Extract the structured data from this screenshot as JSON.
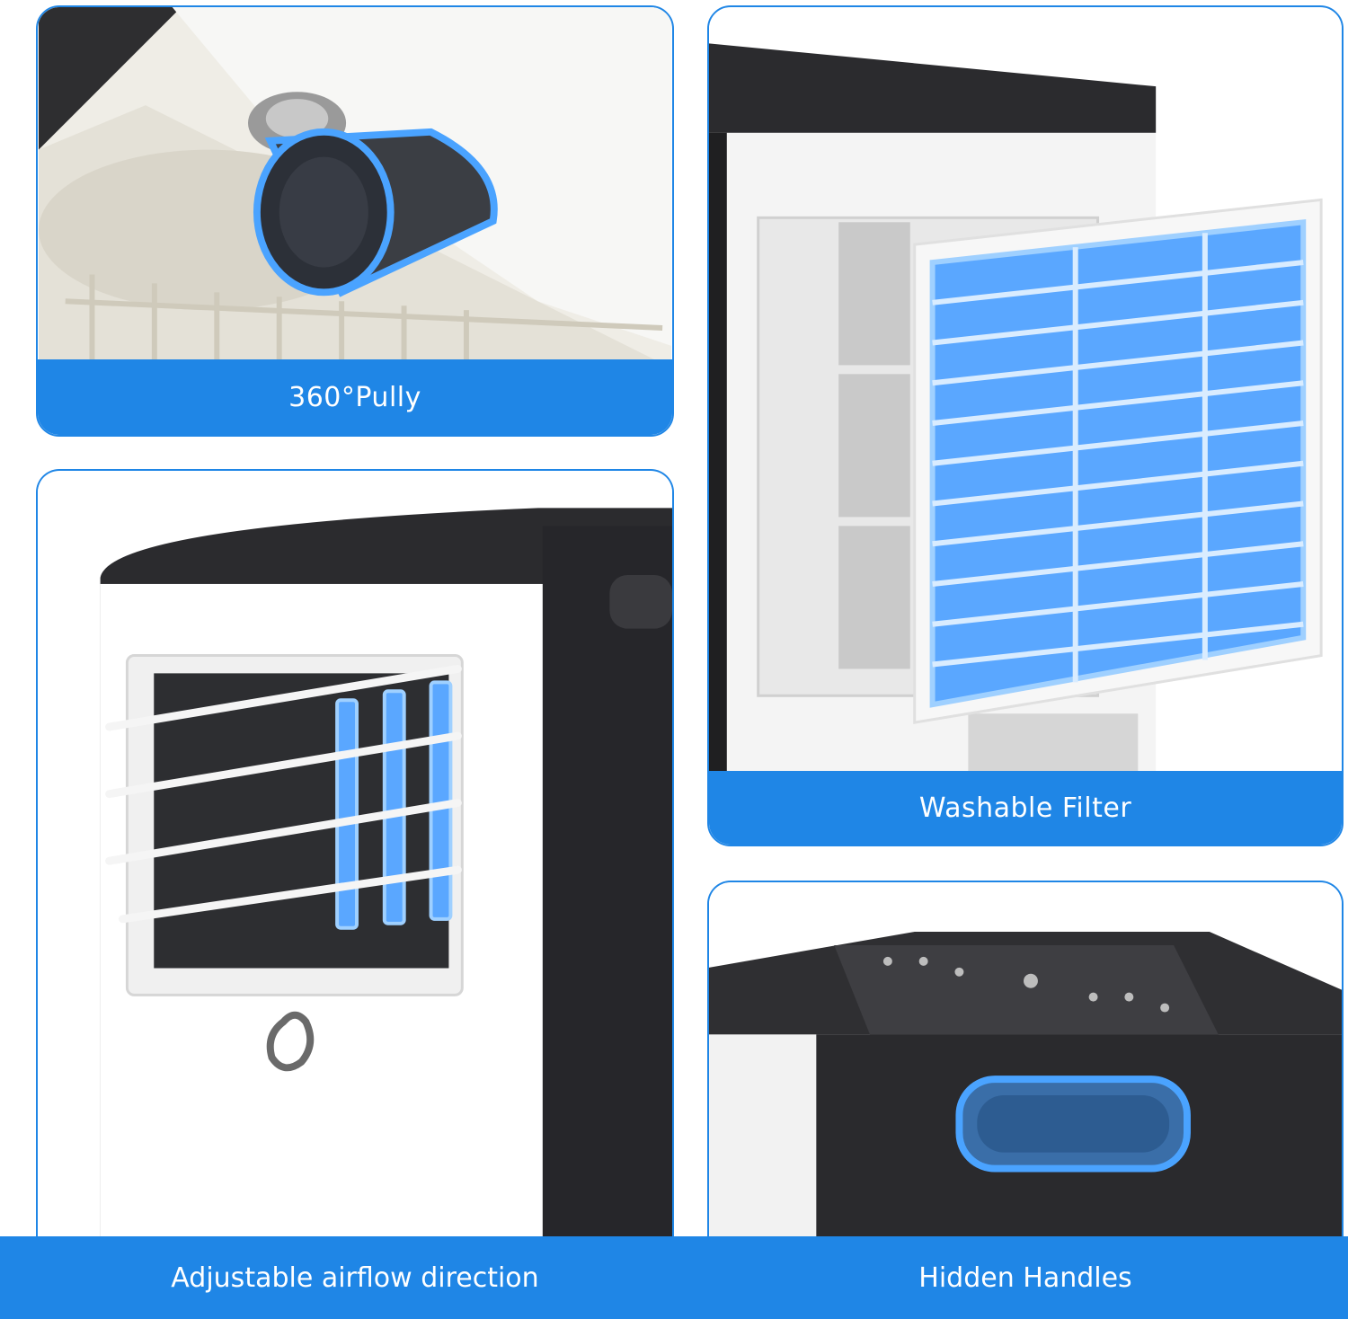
{
  "panels": [
    {
      "id": "pulley",
      "caption": "360°Pully",
      "icon": "caster-wheel-icon"
    },
    {
      "id": "filter",
      "caption": "Washable Filter",
      "icon": "filter-mesh-icon"
    },
    {
      "id": "airflow",
      "caption": "Adjustable airflow direction",
      "icon": "louver-icon"
    },
    {
      "id": "handles",
      "caption": "Hidden Handles",
      "icon": "handle-recess-icon"
    }
  ],
  "colors": {
    "accent": "#1f86e6",
    "highlight": "#4aa3ff",
    "unit_white": "#ffffff",
    "unit_dark": "#2b2b2e",
    "base_beige": "#e9e6dc"
  }
}
